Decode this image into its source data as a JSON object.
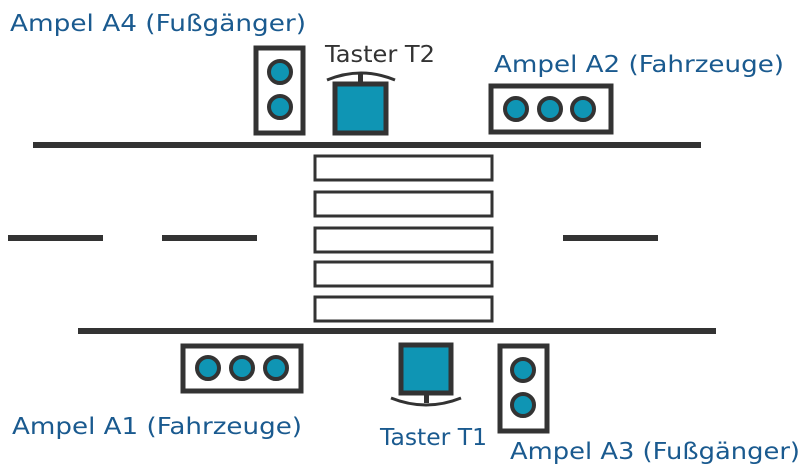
{
  "colors": {
    "label_text": "#1a5a8f",
    "lamp": "#0f95b4",
    "button": "#0f95b4",
    "dark": "#333333",
    "background": "#ffffff"
  },
  "labels": {
    "ampel_a4": "Ampel A4 (Fußgänger)",
    "taster_t2": "Taster T2",
    "ampel_a2": "Ampel A2 (Fahrzeuge)",
    "ampel_a1": "Ampel A1 (Fahrzeuge)",
    "taster_t1": "Taster T1",
    "ampel_a3": "Ampel A3 (Fußgänger)"
  },
  "components": {
    "ampel_a4": {
      "type": "pedestrian-light",
      "lamps": 2
    },
    "ampel_a3": {
      "type": "pedestrian-light",
      "lamps": 2
    },
    "ampel_a2": {
      "type": "vehicle-light",
      "lamps": 3
    },
    "ampel_a1": {
      "type": "vehicle-light",
      "lamps": 3
    },
    "taster_t2": {
      "type": "push-button"
    },
    "taster_t1": {
      "type": "push-button"
    }
  },
  "crosswalk": {
    "stripes": 5
  }
}
